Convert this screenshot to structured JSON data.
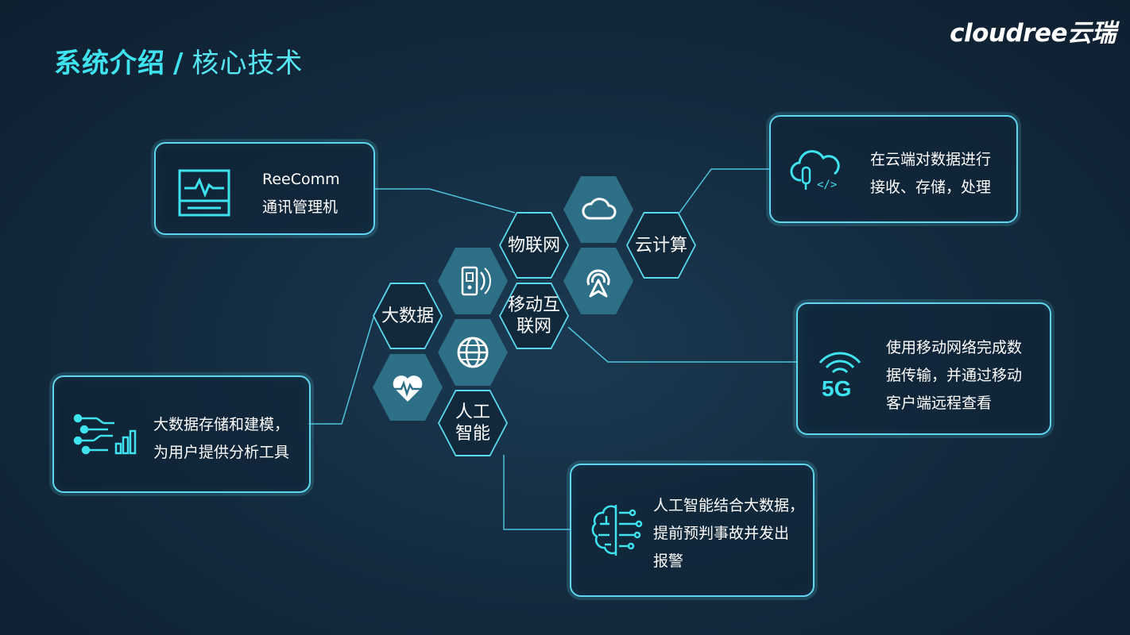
{
  "header": {
    "title_main": "系统介绍",
    "title_sep": "/",
    "title_sub": "核心技术",
    "logo": "cloudree云瑞"
  },
  "hexagons": {
    "iot": "物联网",
    "cloud": "云计算",
    "mobile_line1": "移动互",
    "mobile_line2": "联网",
    "bigdata": "大数据",
    "ai_line1": "人工",
    "ai_line2": "智能"
  },
  "boxes": {
    "reecomm": {
      "line1": "ReeComm",
      "line2": "通讯管理机",
      "icon": "monitor-icon"
    },
    "cloud": {
      "line1": "在云端对数据进行",
      "line2": "接收、存储，处理",
      "icon": "cloud-code-icon"
    },
    "fiveg": {
      "line1": "使用移动网络完成数",
      "line2": "据传输，并通过移动",
      "line3": "客户端远程查看",
      "icon": "5g-icon"
    },
    "bigdata": {
      "line1": "大数据存储和建模，",
      "line2": "为用户提供分析工具",
      "icon": "data-circuit-icon"
    },
    "ai": {
      "line1": "人工智能结合大数据，",
      "line2": "提前预判事故并发出",
      "line3": "报警",
      "icon": "brain-icon"
    }
  },
  "colors": {
    "accent": "#3fe3f0",
    "border": "#5fd6ee",
    "hex_fill": "#2c6f86"
  }
}
